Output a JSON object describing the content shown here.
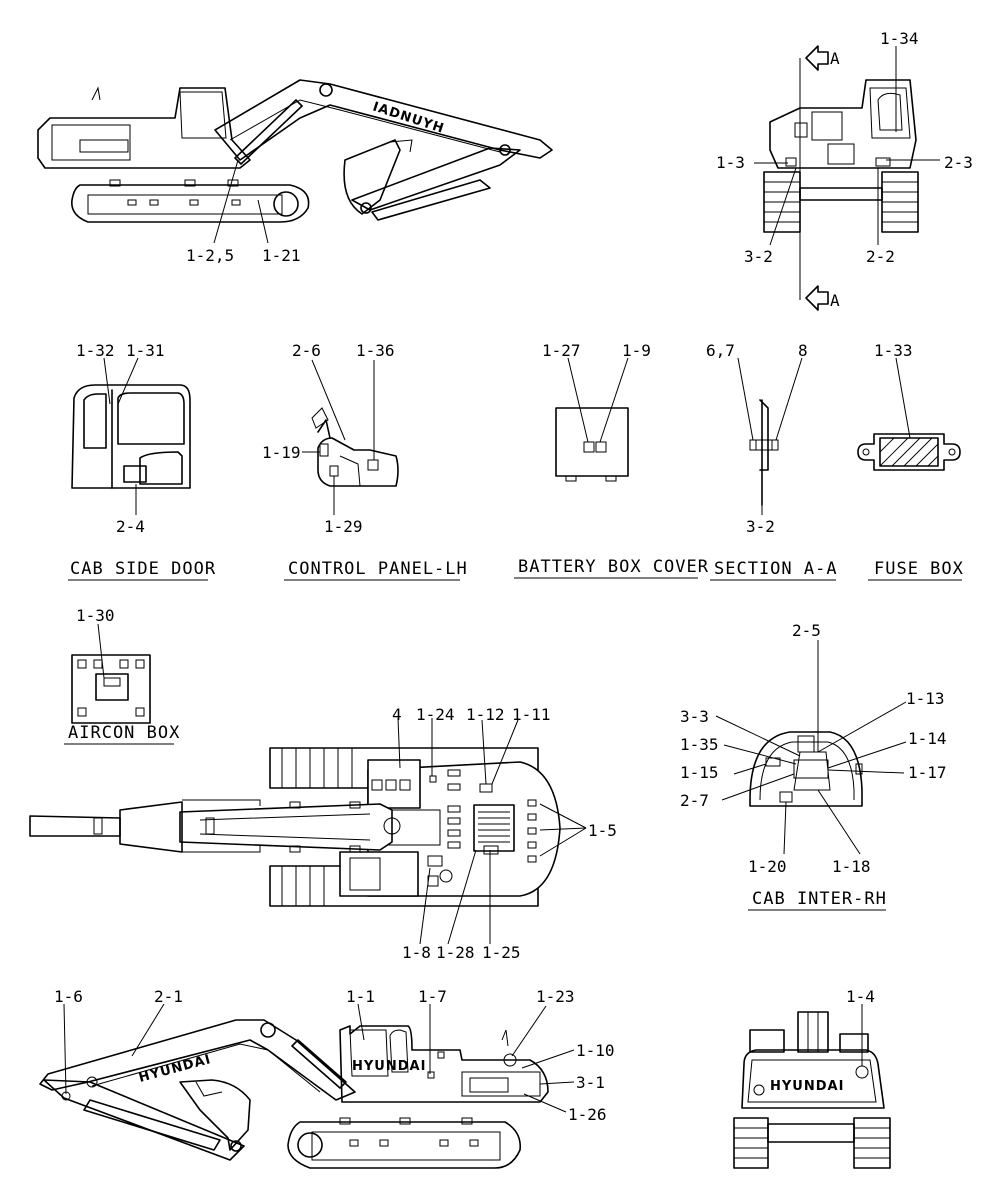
{
  "brand": {
    "boom_side": "HYUNDAI",
    "boom_side_mirrored": "IADNUYH",
    "rear": "HYUNDAI",
    "cab": "HYUNDAI"
  },
  "section_arrow": "A",
  "titles": {
    "cab_side_door": "CAB SIDE DOOR",
    "control_panel_lh": "CONTROL PANEL-LH",
    "battery_box_cover": "BATTERY BOX COVER",
    "section_a_a": "SECTION A-A",
    "fuse_box": "FUSE BOX",
    "aircon_box": "AIRCON BOX",
    "cab_inter_rh": "CAB INTER-RH"
  },
  "labels": {
    "l1_2_5": "1-2,5",
    "l1_21": "1-21",
    "l1_34": "1-34",
    "l1_3": "1-3",
    "l2_3": "2-3",
    "l3_2_front": "3-2",
    "l2_2": "2-2",
    "l1_32": "1-32",
    "l1_31": "1-31",
    "l2_4": "2-4",
    "l2_6": "2-6",
    "l1_36": "1-36",
    "l1_19": "1-19",
    "l1_29": "1-29",
    "l1_27": "1-27",
    "l1_9": "1-9",
    "l6_7": "6,7",
    "l8": "8",
    "l3_2_sect": "3-2",
    "l1_33": "1-33",
    "l1_30": "1-30",
    "l4": "4",
    "l1_24": "1-24",
    "l1_12": "1-12",
    "l1_11": "1-11",
    "l1_5": "1-5",
    "l1_8": "1-8",
    "l1_28": "1-28",
    "l1_25": "1-25",
    "l2_5": "2-5",
    "l1_13": "1-13",
    "l3_3": "3-3",
    "l1_35": "1-35",
    "l1_14": "1-14",
    "l1_15": "1-15",
    "l1_17": "1-17",
    "l2_7": "2-7",
    "l1_20": "1-20",
    "l1_18": "1-18",
    "l1_6": "1-6",
    "l2_1": "2-1",
    "l1_1": "1-1",
    "l1_7": "1-7",
    "l1_23": "1-23",
    "l1_10": "1-10",
    "l3_1": "3-1",
    "l1_26": "1-26",
    "l1_4": "1-4"
  }
}
